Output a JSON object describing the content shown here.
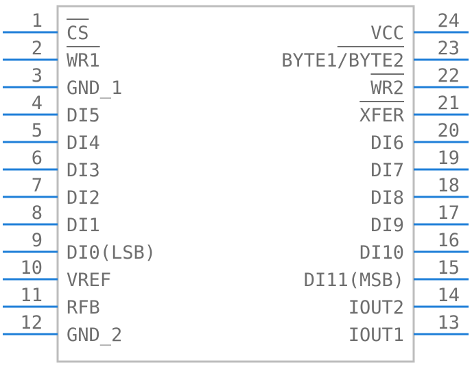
{
  "colors": {
    "pin": "#1f7fd8",
    "body_outline": "#bdbdbd",
    "text": "#6e6e6e",
    "background": "#ffffff"
  },
  "pins_left": [
    {
      "num": "1",
      "label": "CS",
      "overbar": [
        0,
        2
      ]
    },
    {
      "num": "2",
      "label": "WR1",
      "overbar": [
        0,
        3
      ]
    },
    {
      "num": "3",
      "label": "GND_1"
    },
    {
      "num": "4",
      "label": "DI5"
    },
    {
      "num": "5",
      "label": "DI4"
    },
    {
      "num": "6",
      "label": "DI3"
    },
    {
      "num": "7",
      "label": "DI2"
    },
    {
      "num": "8",
      "label": "DI1"
    },
    {
      "num": "9",
      "label": "DI0(LSB)"
    },
    {
      "num": "10",
      "label": "VREF"
    },
    {
      "num": "11",
      "label": "RFB"
    },
    {
      "num": "12",
      "label": "GND_2"
    }
  ],
  "pins_right": [
    {
      "num": "24",
      "label": "VCC"
    },
    {
      "num": "23",
      "label": "BYTE1/BYTE2",
      "overbar": [
        5,
        11
      ]
    },
    {
      "num": "22",
      "label": "WR2",
      "overbar": [
        0,
        3
      ]
    },
    {
      "num": "21",
      "label": "XFER",
      "overbar": [
        0,
        4
      ]
    },
    {
      "num": "20",
      "label": "DI6"
    },
    {
      "num": "19",
      "label": "DI7"
    },
    {
      "num": "18",
      "label": "DI8"
    },
    {
      "num": "17",
      "label": "DI9"
    },
    {
      "num": "16",
      "label": "DI10"
    },
    {
      "num": "15",
      "label": "DI11(MSB)"
    },
    {
      "num": "14",
      "label": "IOUT2"
    },
    {
      "num": "13",
      "label": "IOUT1"
    }
  ]
}
